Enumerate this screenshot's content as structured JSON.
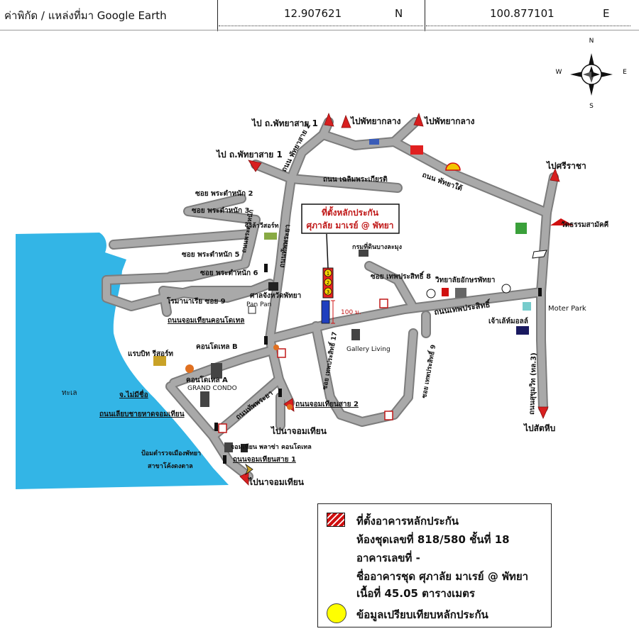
{
  "header": {
    "title": "ค่าพิกัด / แหล่งที่มา Google Earth",
    "latitude": "12.907621",
    "lat_dir": "N",
    "longitude": "100.877101",
    "lon_dir": "E"
  },
  "compass": {
    "n": "N",
    "s": "S",
    "e": "E",
    "w": "W"
  },
  "colors": {
    "sea": "#33b5e6",
    "road": "#a9a9a9",
    "road_edge": "#7c7c7c",
    "arrow": "#d81f1f",
    "target_red": "#d01010",
    "compare_yellow": "#ffff00"
  },
  "labels": {
    "to_phatthaya_sai1_top": "ไป ถ.พัทยาสาย 1",
    "to_phatthaya_klang_1": "ไปพัทยากลาง",
    "to_phatthaya_klang_2": "ไปพัทยากลาง",
    "to_phatthaya_sai1_left": "ไป  ถ.พัทยาสาย 1",
    "road_phatthaya_sai2": "ถนน พัทยาสาย 2",
    "road_chaloem": "ถนน เฉลิมพระเกียรติ",
    "road_phatthaya_tai": "ถนน พัทยาใต้",
    "to_sriracha": "ไปศรีราชา",
    "soi_phra_tamnak2": "ซอย พระตำหนัก 2",
    "soi_phra_tamnak3": "ซอย พระตำหนัก 3",
    "villa_resort": "วิวิล้าวีสอร์ท",
    "soi_phra_tamnak5": "ซอย พระตำหนัก 5",
    "soi_phra_tamnak6": "ซอย พระตำหนัก 6",
    "road_phra_tamnak": "ถนนพระตำหนัก",
    "road_thap_phraya": "ถนนทัพพระยา",
    "target_callout_1": "ที่ตั้งหลักประกัน",
    "target_callout_2": "ศุภาลัย มาเรย์ @ พัทยา",
    "dept_land": "กรมที่ดินบางละมุง",
    "soi_thepprasit8": "ซอย เทพประสิทธิ์ 8",
    "college": "วิทยาลัยอักษรพัทยา",
    "wat": "วัดธรรมสามัคคี",
    "romana": "โรมานาเรีย ซอย 9",
    "court": "ศาลจังหวัดพัทยา",
    "pan_pan": "Pan Pan",
    "distance": "100 ม.",
    "road_thepprasit": "ถนนเทพประสิทธิ์",
    "moter_park": "Moter Park",
    "chao_mall": "เจ้าเล้ห์มอลล์",
    "jomtien_condotel": "ถนนจอมเทียนคอนโดเทล",
    "condotel_b": "คอนโดเทล B",
    "gallery": "Gallery Living",
    "rabbit_resort": "แรบบิท รีสอร์ท",
    "soi_thepprasit17": "ซอย เทพประสิทธิ์ 17",
    "soi_thepprasit9": "ซอย เทพประสิทธิ์ 9",
    "condotel_a": "คอนโดเทล A",
    "grand_condo": "GRAND CONDO",
    "sea": "ทะเล",
    "mai_rung": "จ.ไม่มีชื่อ",
    "road_jomtien_sai2": "ถนนจอมเทียนสาย 2",
    "sukhumvit": "ถนนสุขุมวิท (ทล.3)",
    "jomtien_beach_rd": "ถนนเลียบชายหาดจอมเทียน",
    "thap_phraya2": "ถนนทัพพระยา",
    "to_na_jomtien1": "ไปนาจอมเทียน",
    "to_sattahip": "ไปสัตหีบ",
    "jomtien_plaza": "จอมเทียน พลาซ่า คอนโดเทล",
    "police_box1": "ป้อมตำรวจเมืองพัทยา",
    "police_box2": "สาขาโค้งดงตาล",
    "road_jomtien_sai1": "ถนนจอมเทียนสาย 1",
    "to_na_jomtien2": "ไปนาจอมเทียน",
    "marker_1": "1",
    "marker_2": "2",
    "marker_3": "3"
  },
  "legend": {
    "line1": "ที่ตั้งอาคารหลักประกัน",
    "line2": "ห้องชุดเลขที่ 818/580 ชั้นที่ 18",
    "line3": "อาคารเลขที่ -",
    "line4": "ชื่ออาคารชุด ศุภาลัย มาเรย์ @ พัทยา",
    "line5": "เนื้อที่ 45.05 ตารางเมตร",
    "line6": "ข้อมูลเปรียบเทียบหลักประกัน"
  }
}
